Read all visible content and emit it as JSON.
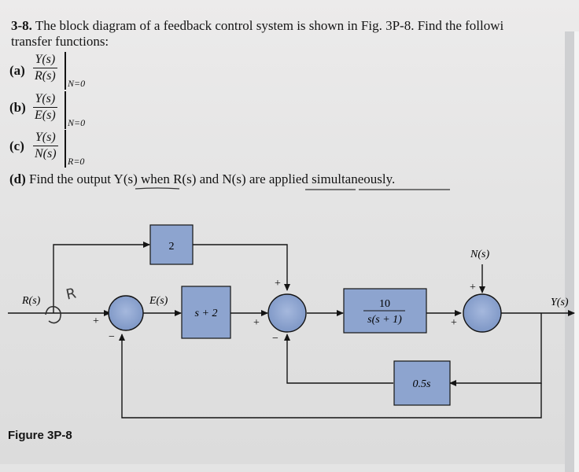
{
  "problem": {
    "number": "3-8.",
    "statement_line1": "The block diagram of a feedback control system is shown in Fig. 3P-8. Find the followi",
    "statement_line2": "transfer functions:",
    "parts": [
      {
        "label": "(a)",
        "num": "Y(s)",
        "den": "R(s)",
        "cond": "N=0"
      },
      {
        "label": "(b)",
        "num": "Y(s)",
        "den": "E(s)",
        "cond": "N=0"
      },
      {
        "label": "(c)",
        "num": "Y(s)",
        "den": "N(s)",
        "cond": "R=0"
      }
    ],
    "part_d_label": "(d)",
    "part_d_text": "Find the output Y(s) when R(s) and N(s) are applied simultaneously."
  },
  "diagram": {
    "input_label": "R(s)",
    "error_label": "E(s)",
    "disturbance_label": "N(s)",
    "output_label": "Y(s)",
    "blocks": {
      "feedforward": "2",
      "controller": "s + 2",
      "plant_num": "10",
      "plant_den": "s(s + 1)",
      "feedback": "0.5s"
    },
    "signs": {
      "sj1_in": "+",
      "sj1_fb": "−",
      "sj2_top": "+",
      "sj2_left": "+",
      "sj2_bottom": "−",
      "sj3_top": "+",
      "sj3_left": "+"
    },
    "block_color": "#8da4cf",
    "handwritten_mark": "R"
  },
  "caption": "Figure 3P-8"
}
